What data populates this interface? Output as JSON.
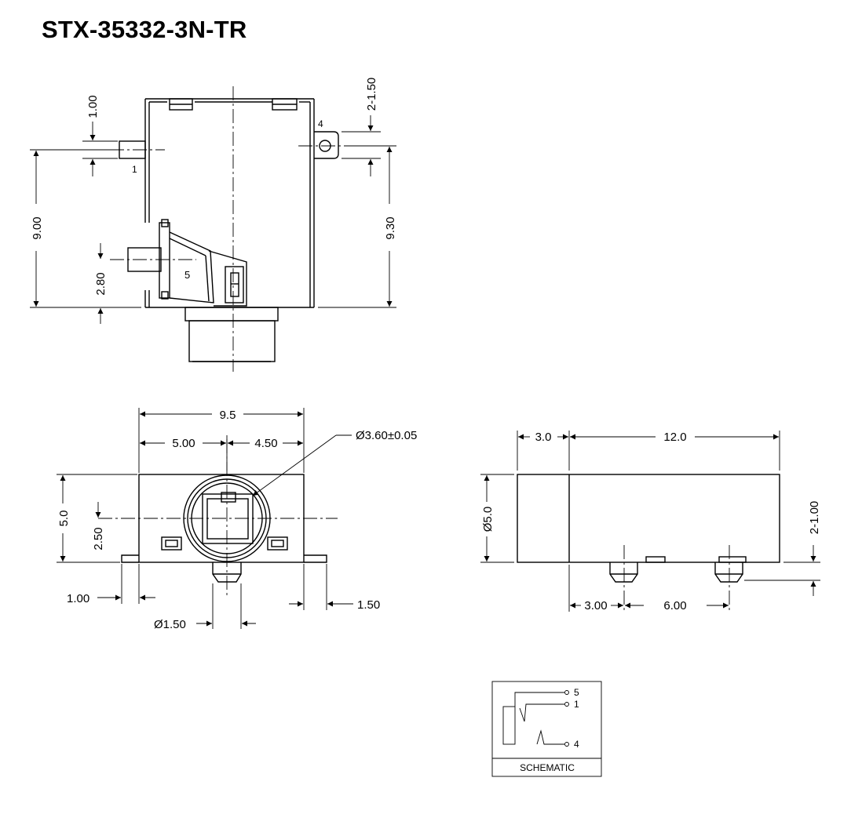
{
  "title": "STX-35332-3N-TR",
  "top_view": {
    "dims": {
      "d1": "1.00",
      "d2": "2-1.50",
      "d3": "9.00",
      "d4": "9.30",
      "d5": "2.80"
    },
    "pins": {
      "p1": "1",
      "p4": "4",
      "p5": "5"
    }
  },
  "front_view": {
    "dims": {
      "w_total": "9.5",
      "w_left": "5.00",
      "w_right": "4.50",
      "bore": "Ø3.60±0.05",
      "height": "5.0",
      "center": "2.50",
      "tab_left": "1.00",
      "tab_right": "1.50",
      "pin_dia": "Ø1.50"
    }
  },
  "side_view": {
    "dims": {
      "front": "3.0",
      "length": "12.0",
      "dia": "Ø5.0",
      "pin_h": "2-1.00",
      "p1": "3.00",
      "p2": "6.00"
    }
  },
  "schematic": {
    "caption": "SCHEMATIC",
    "pins": {
      "p5": "5",
      "p1": "1",
      "p4": "4"
    }
  }
}
